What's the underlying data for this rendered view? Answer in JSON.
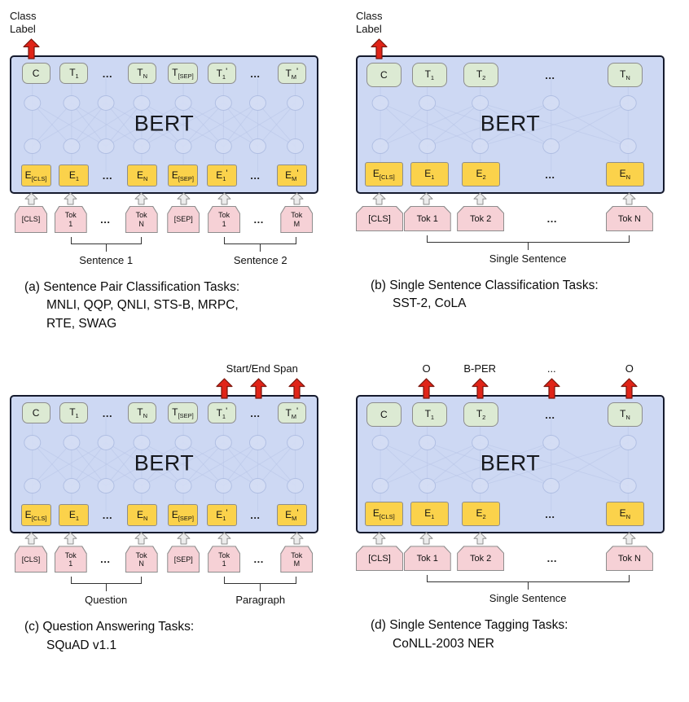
{
  "figure": {
    "ellipsis": "...",
    "colors": {
      "bert_fill": "#cdd8f3",
      "bert_border": "#151a2d",
      "token_green": "#dcead3",
      "token_yellow": "#fbd24b",
      "token_pink": "#f6d1d6",
      "arrow_red": "#e02418",
      "arrow_red_border": "#7a150c",
      "arrow_gray": "#ececec",
      "arrow_gray_border": "#8f8f8f",
      "nn_line": "#b7c4e6",
      "nn_node_fill": "#d5def5",
      "nn_node_border": "#aebde2"
    },
    "panels": [
      {
        "name": "a",
        "model": "BERT",
        "layout": {
          "cols": [
            1.15,
            1,
            0.88,
            1.08,
            1.2,
            1,
            0.88,
            1.18
          ]
        },
        "top": {
          "labels": [
            {
              "col": 0,
              "span": 1,
              "align": "left",
              "lines": [
                "Class",
                "Label"
              ]
            }
          ],
          "arrows": [
            0
          ]
        },
        "outputs": [
          {
            "b": "C"
          },
          {
            "b": "T",
            "s": "1"
          },
          {
            "dots": true
          },
          {
            "b": "T",
            "s": "N"
          },
          {
            "b": "T",
            "s": "[SEP]"
          },
          {
            "b": "T",
            "s": "1",
            "p": true
          },
          {
            "dots": true
          },
          {
            "b": "T",
            "s": "M",
            "p": true
          }
        ],
        "embeddings": [
          {
            "b": "E",
            "s": "[CLS]"
          },
          {
            "b": "E",
            "s": "1"
          },
          {
            "dots": true
          },
          {
            "b": "E",
            "s": "N"
          },
          {
            "b": "E",
            "s": "[SEP]"
          },
          {
            "b": "E",
            "s": "1",
            "p": true
          },
          {
            "dots": true
          },
          {
            "b": "E",
            "s": "M",
            "p": true
          }
        ],
        "inputs": [
          {
            "lines": [
              "[CLS]"
            ]
          },
          {
            "lines": [
              "Tok",
              "1"
            ]
          },
          {
            "dots": true
          },
          {
            "lines": [
              "Tok",
              "N"
            ]
          },
          {
            "lines": [
              "[SEP]"
            ]
          },
          {
            "lines": [
              "Tok",
              "1"
            ]
          },
          {
            "dots": true
          },
          {
            "lines": [
              "Tok",
              "M"
            ]
          }
        ],
        "braces": [
          {
            "from": 1,
            "to": 3,
            "label": "Sentence 1"
          },
          {
            "from": 5,
            "to": 7,
            "label": "Sentence 2"
          }
        ],
        "caption": [
          "(a) Sentence Pair Classification Tasks:",
          "MNLI, QQP, QNLI, STS-B, MRPC,",
          "RTE, SWAG"
        ]
      },
      {
        "name": "b",
        "model": "BERT",
        "layout": {
          "cols": [
            0.95,
            1,
            1.2,
            1.75,
            1.45
          ]
        },
        "top": {
          "labels": [
            {
              "col": 0,
              "span": 1,
              "align": "left",
              "lines": [
                "Class",
                "Label"
              ]
            }
          ],
          "arrows": [
            0
          ]
        },
        "outputs": [
          {
            "b": "C"
          },
          {
            "b": "T",
            "s": "1"
          },
          {
            "b": "T",
            "s": "2"
          },
          {
            "dots": true
          },
          {
            "b": "T",
            "s": "N"
          }
        ],
        "embeddings": [
          {
            "b": "E",
            "s": "[CLS]"
          },
          {
            "b": "E",
            "s": "1"
          },
          {
            "b": "E",
            "s": "2"
          },
          {
            "dots": true
          },
          {
            "b": "E",
            "s": "N"
          }
        ],
        "inputs": [
          {
            "lines": [
              "[CLS]"
            ]
          },
          {
            "lines": [
              "Tok 1"
            ]
          },
          {
            "lines": [
              "Tok 2"
            ]
          },
          {
            "dots": true
          },
          {
            "lines": [
              "Tok N"
            ]
          }
        ],
        "braces": [
          {
            "from": 1,
            "to": 4,
            "label": "Single Sentence"
          }
        ],
        "caption": [
          "(b) Single Sentence Classification Tasks:",
          "SST-2, CoLA"
        ]
      },
      {
        "name": "c",
        "model": "BERT",
        "layout": {
          "cols": [
            1.15,
            1,
            0.88,
            1.08,
            1.2,
            1,
            0.88,
            1.18
          ]
        },
        "top": {
          "labels": [
            {
              "col": 5,
              "span": 3,
              "align": "center",
              "lines": [
                "Start/End Span"
              ]
            }
          ],
          "arrows": [
            5,
            6,
            7
          ]
        },
        "outputs": [
          {
            "b": "C"
          },
          {
            "b": "T",
            "s": "1"
          },
          {
            "dots": true
          },
          {
            "b": "T",
            "s": "N"
          },
          {
            "b": "T",
            "s": "[SEP]"
          },
          {
            "b": "T",
            "s": "1",
            "p": true
          },
          {
            "dots": true
          },
          {
            "b": "T",
            "s": "M",
            "p": true
          }
        ],
        "embeddings": [
          {
            "b": "E",
            "s": "[CLS]"
          },
          {
            "b": "E",
            "s": "1"
          },
          {
            "dots": true
          },
          {
            "b": "E",
            "s": "N"
          },
          {
            "b": "E",
            "s": "[SEP]"
          },
          {
            "b": "E",
            "s": "1",
            "p": true
          },
          {
            "dots": true
          },
          {
            "b": "E",
            "s": "M",
            "p": true
          }
        ],
        "inputs": [
          {
            "lines": [
              "[CLS]"
            ]
          },
          {
            "lines": [
              "Tok",
              "1"
            ]
          },
          {
            "dots": true
          },
          {
            "lines": [
              "Tok",
              "N"
            ]
          },
          {
            "lines": [
              "[SEP]"
            ]
          },
          {
            "lines": [
              "Tok",
              "1"
            ]
          },
          {
            "dots": true
          },
          {
            "lines": [
              "Tok",
              "M"
            ]
          }
        ],
        "braces": [
          {
            "from": 1,
            "to": 3,
            "label": "Question"
          },
          {
            "from": 5,
            "to": 7,
            "label": "Paragraph"
          }
        ],
        "caption": [
          "(c) Question Answering Tasks:",
          "SQuAD v1.1"
        ]
      },
      {
        "name": "d",
        "model": "BERT",
        "layout": {
          "cols": [
            0.95,
            1,
            1.2,
            1.75,
            1.45
          ]
        },
        "top": {
          "labels": [
            {
              "col": 1,
              "span": 1,
              "align": "center",
              "lines": [
                "O"
              ]
            },
            {
              "col": 2,
              "span": 1,
              "align": "center",
              "lines": [
                "B-PER"
              ]
            },
            {
              "col": 3,
              "span": 1,
              "align": "center",
              "lines": [
                "..."
              ]
            },
            {
              "col": 4,
              "span": 1,
              "align": "center",
              "lines": [
                "O"
              ]
            }
          ],
          "arrows": [
            1,
            2,
            3,
            4
          ]
        },
        "outputs": [
          {
            "b": "C"
          },
          {
            "b": "T",
            "s": "1"
          },
          {
            "b": "T",
            "s": "2"
          },
          {
            "dots": true
          },
          {
            "b": "T",
            "s": "N"
          }
        ],
        "embeddings": [
          {
            "b": "E",
            "s": "[CLS]"
          },
          {
            "b": "E",
            "s": "1"
          },
          {
            "b": "E",
            "s": "2"
          },
          {
            "dots": true
          },
          {
            "b": "E",
            "s": "N"
          }
        ],
        "inputs": [
          {
            "lines": [
              "[CLS]"
            ]
          },
          {
            "lines": [
              "Tok 1"
            ]
          },
          {
            "lines": [
              "Tok 2"
            ]
          },
          {
            "dots": true
          },
          {
            "lines": [
              "Tok N"
            ]
          }
        ],
        "braces": [
          {
            "from": 1,
            "to": 4,
            "label": "Single Sentence"
          }
        ],
        "caption": [
          "(d) Single Sentence Tagging Tasks:",
          "CoNLL-2003 NER"
        ]
      }
    ]
  }
}
